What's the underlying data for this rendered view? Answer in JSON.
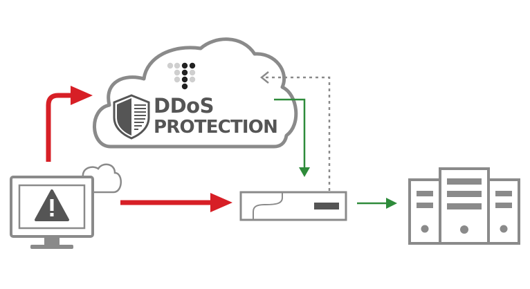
{
  "cloud": {
    "title_line1": "DDoS",
    "title_line2": "PROTECTION"
  },
  "colors": {
    "outline": "#8a8a8a",
    "text": "#555555",
    "attack": "#d71f26",
    "clean": "#2e8b3a",
    "return": "#8a8a8a",
    "logo_dark": "#222222",
    "logo_light": "#cfcfcf"
  },
  "icons": {
    "protection_cloud": "cloud-icon",
    "shield": "shield-icon",
    "brand_logo": "dot-logo-icon",
    "attacker": "computer-warning-icon",
    "attacker_cloud": "small-cloud-icon",
    "gateway": "network-appliance-icon",
    "servers": "server-rack-icon"
  },
  "flows": [
    {
      "from": "attacker",
      "to": "protection_cloud",
      "kind": "attack"
    },
    {
      "from": "attacker",
      "to": "gateway",
      "kind": "attack"
    },
    {
      "from": "protection_cloud",
      "to": "gateway",
      "kind": "clean"
    },
    {
      "from": "gateway",
      "to": "protection_cloud",
      "kind": "return"
    },
    {
      "from": "gateway",
      "to": "servers",
      "kind": "clean"
    }
  ]
}
